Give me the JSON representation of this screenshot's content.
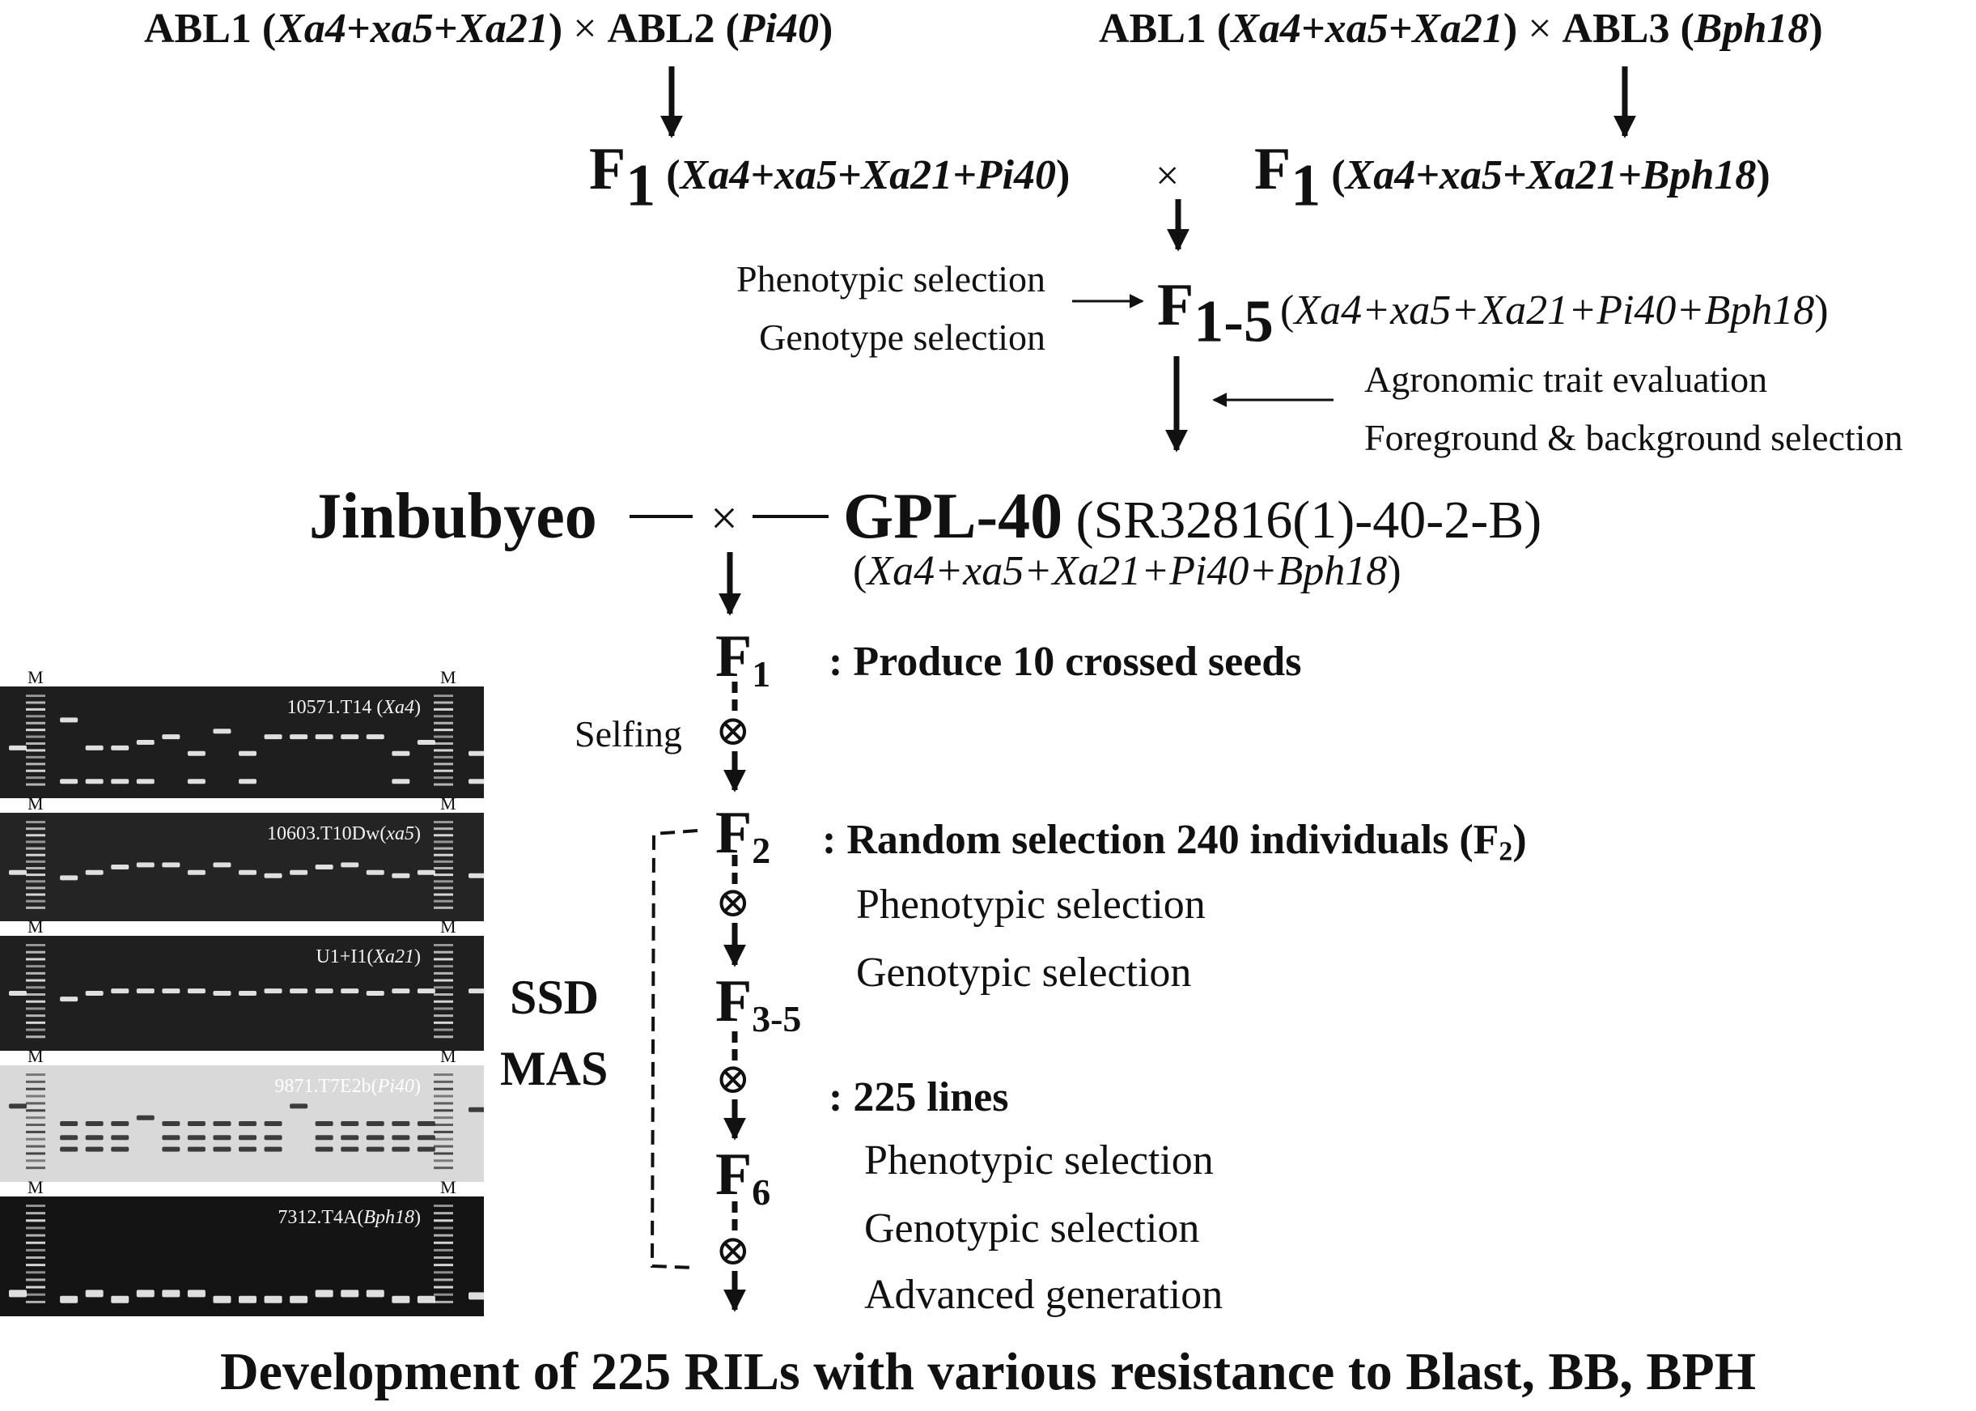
{
  "cross1": {
    "parent1_name": "ABL1",
    "parent1_open": " (",
    "parent1_genes": "Xa4+xa5+Xa21",
    "parent1_close": ")",
    "symbol": "×",
    "parent2_name": "ABL2",
    "parent2_open": " (",
    "parent2_genes": "Pi40",
    "parent2_close": ")"
  },
  "cross2": {
    "parent1_name": "ABL1",
    "parent1_open": " (",
    "parent1_genes": "Xa4+xa5+Xa21",
    "parent1_close": ")",
    "symbol": "×",
    "parent2_name": "ABL3",
    "parent2_open": " (",
    "parent2_genes": "Bph18",
    "parent2_close": ")"
  },
  "f1_cross": {
    "left_label": "F",
    "left_sub": "1",
    "left_open": " (",
    "left_genes": "Xa4+xa5+Xa21+Pi40",
    "left_close": ")",
    "symbol": "×",
    "right_label": "F",
    "right_sub": "1",
    "right_open": " (",
    "right_genes": "Xa4+xa5+Xa21+Bph18",
    "right_close": ")"
  },
  "f15": {
    "label": "F",
    "sub": "1-5",
    "open": "(",
    "genes": "Xa4+xa5+Xa21+Pi40+Bph18",
    "close": ")",
    "selection_left": [
      "Phenotypic selection",
      "Genotype selection"
    ],
    "selection_right": [
      "Agronomic trait evaluation",
      "Foreground & background selection"
    ]
  },
  "main_cross": {
    "parent1": "Jinbubyeo",
    "symbol": "×",
    "parent2": "GPL-40",
    "parent2_id": " (SR32816(1)-40-2-B)",
    "genes_open": "(",
    "genes": "Xa4+xa5+Xa21+Pi40+Bph18",
    "genes_close": ")"
  },
  "generations": [
    {
      "label": "F",
      "sub": "1"
    },
    {
      "label": "F",
      "sub": "2"
    },
    {
      "label": "F",
      "sub": "3-5"
    },
    {
      "label": "F",
      "sub": "6"
    }
  ],
  "selfing_label": "Selfing",
  "self_symbol": "⊗",
  "steps": {
    "f1_note": ": Produce 10 crossed seeds",
    "f2_note": ": Random selection 240 individuals (F",
    "f2_note_sub": "2",
    "f2_note_close": ")",
    "f2_items": [
      "Phenotypic  selection",
      "Genotypic  selection"
    ],
    "lines_note": ": 225 lines",
    "f6_items": [
      "Phenotypic  selection",
      "Genotypic  selection",
      "Advanced  generation"
    ]
  },
  "method_labels": [
    "SSD",
    "MAS"
  ],
  "gels": [
    {
      "marker": "M",
      "marker_right": "M",
      "label_pre": "10571.T14 (",
      "label_gene": "Xa4",
      "label_post": ")"
    },
    {
      "marker": "M",
      "marker_right": "M",
      "label_pre": "10603.T10Dw(",
      "label_gene": "xa5",
      "label_post": ")"
    },
    {
      "marker": "M",
      "marker_right": "M",
      "label_pre": "U1+I1(",
      "label_gene": "Xa21",
      "label_post": ")"
    },
    {
      "marker": "M",
      "marker_right": "M",
      "label_pre": "9871.T7E2b(",
      "label_gene": "Pi40",
      "label_post": ")"
    },
    {
      "marker": "M",
      "marker_right": "M",
      "label_pre": "7312.T4A(",
      "label_gene": "Bph18",
      "label_post": ")"
    }
  ],
  "footer": "Development of 225 RILs with various resistance to Blast, BB, BPH"
}
